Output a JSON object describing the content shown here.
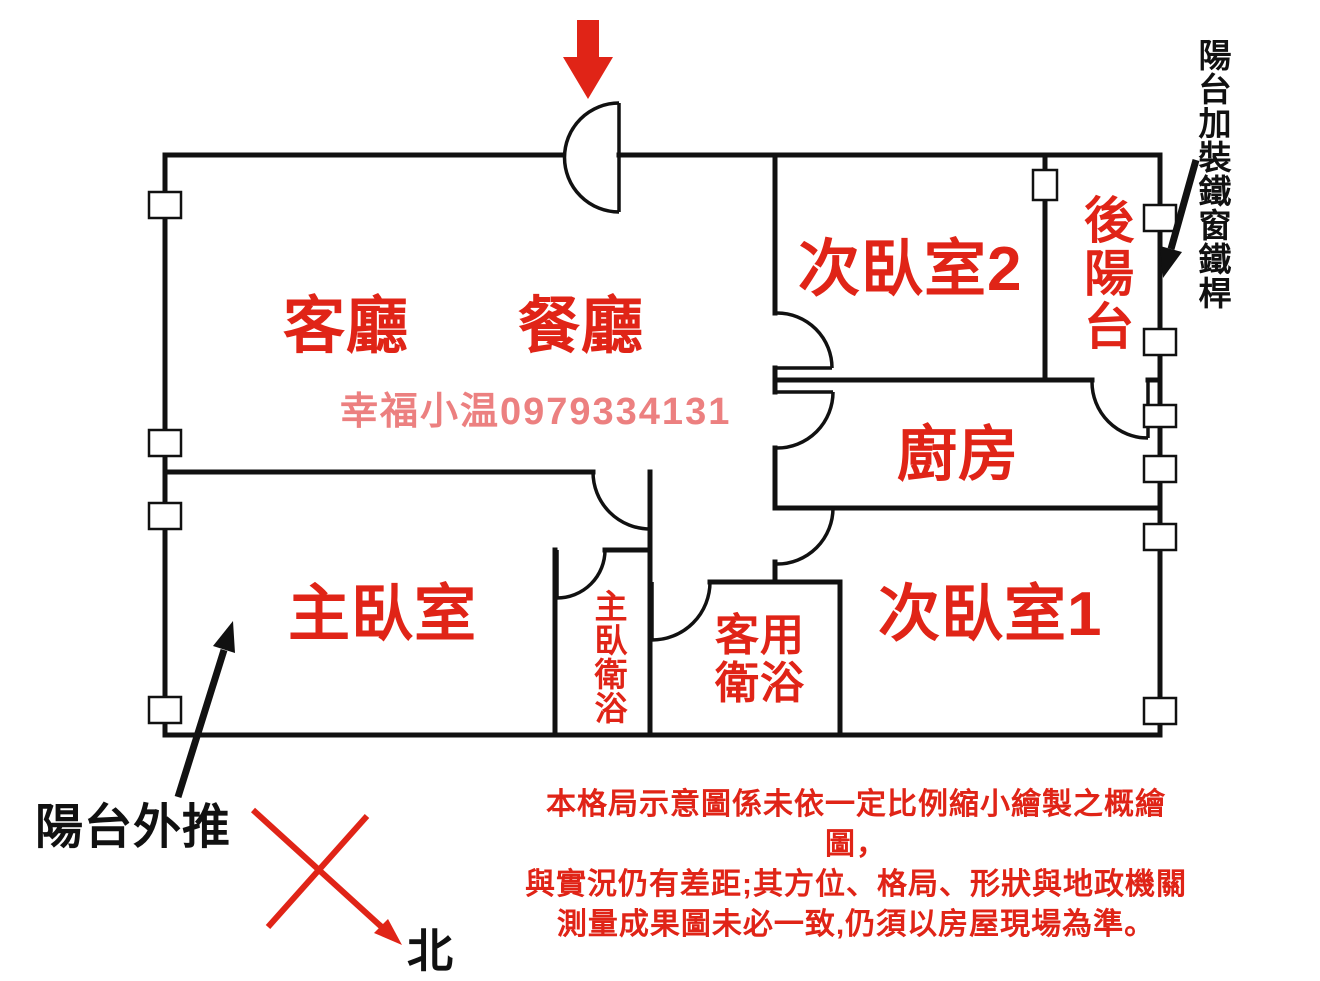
{
  "colors": {
    "wall": "#111111",
    "label_red": "#e02417",
    "watermark_pink": "#ec8080",
    "text_black": "#111111",
    "arrow_red": "#e02417"
  },
  "rooms": {
    "living_room": "客廳",
    "dining_room": "餐廳",
    "bedroom2": "次臥室2",
    "back_balcony": "後陽台",
    "kitchen": "廚房",
    "master_bedroom": "主臥室",
    "master_bath": "主臥衛浴",
    "guest_bath_line1": "客用",
    "guest_bath_line2": "衛浴",
    "bedroom1": "次臥室1"
  },
  "watermark": "幸福小温0979334131",
  "annotations": {
    "balcony_grille_note": "陽台加裝鐵窗鐵桿",
    "balcony_pushed_note": "陽台外推",
    "north_label": "北"
  },
  "disclaimer": {
    "line1": "本格局示意圖係未依一定比例縮小繪製之概繪圖，",
    "line2": "與實況仍有差距;其方位、格局、形狀與地政機關",
    "line3": "測量成果圖未必一致,仍須以房屋現場為準。"
  }
}
